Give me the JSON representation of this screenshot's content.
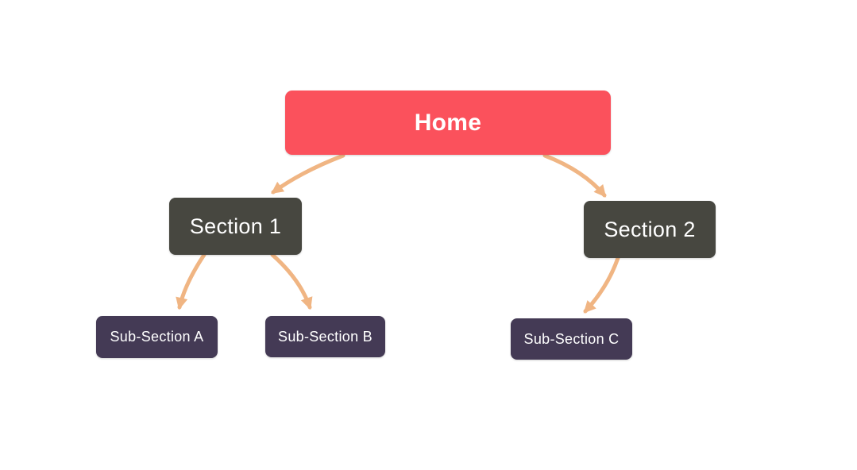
{
  "diagram": {
    "type": "sitemap-flowchart",
    "nodes": {
      "home": {
        "label": "Home",
        "level": 1
      },
      "section1": {
        "label": "Section 1",
        "level": 2
      },
      "section2": {
        "label": "Section 2",
        "level": 2
      },
      "subA": {
        "label": "Sub-Section A",
        "level": 3
      },
      "subB": {
        "label": "Sub-Section B",
        "level": 3
      },
      "subC": {
        "label": "Sub-Section C",
        "level": 3
      }
    },
    "edges": [
      {
        "from": "home",
        "to": "section1"
      },
      {
        "from": "home",
        "to": "section2"
      },
      {
        "from": "section1",
        "to": "subA"
      },
      {
        "from": "section1",
        "to": "subB"
      },
      {
        "from": "section2",
        "to": "subC"
      }
    ],
    "colors": {
      "home_bg": "#FB515C",
      "section_bg": "#474740",
      "subsection_bg": "#443A55",
      "arrow": "#F0B583",
      "node_text": "#FFFFFF",
      "canvas_bg": "#FFFFFF"
    }
  }
}
